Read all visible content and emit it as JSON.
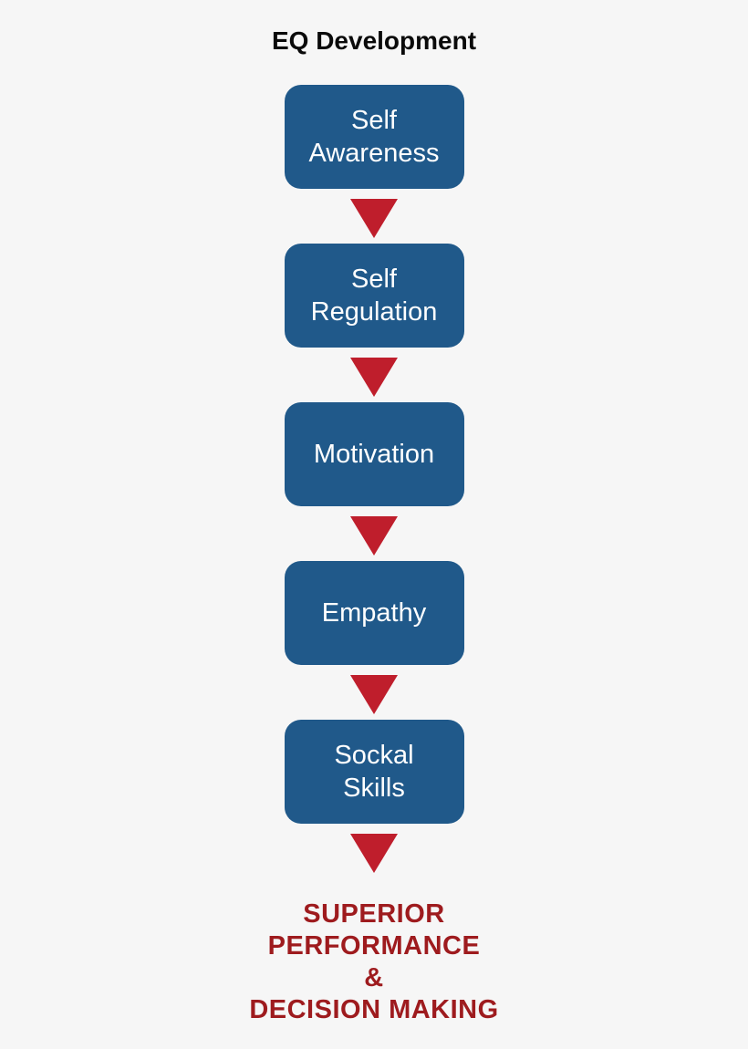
{
  "title": {
    "text": "EQ Development"
  },
  "flow": {
    "steps": [
      {
        "label": "Self Awareness",
        "lines": [
          "Self",
          "Awareness"
        ]
      },
      {
        "label": "Self Regulation",
        "lines": [
          "Self",
          "Regulation"
        ]
      },
      {
        "label": "Motivation",
        "lines": [
          "Motivation"
        ]
      },
      {
        "label": "Empathy",
        "lines": [
          "Empathy"
        ]
      },
      {
        "label": "Sockal Skills",
        "lines": [
          "Sockal",
          "Skills"
        ]
      }
    ],
    "connector": "down-arrow"
  },
  "outcome": {
    "lines": [
      "SUPERIOR",
      "PERFORMANCE",
      "&",
      "DECISION MAKING"
    ]
  },
  "colors": {
    "background": "#f6f6f6",
    "title_text": "#0a0a0a",
    "box_fill": "#20598a",
    "box_text": "#ffffff",
    "arrow_fill": "#bf1e2c",
    "outcome_text": "#9e1b1e"
  }
}
